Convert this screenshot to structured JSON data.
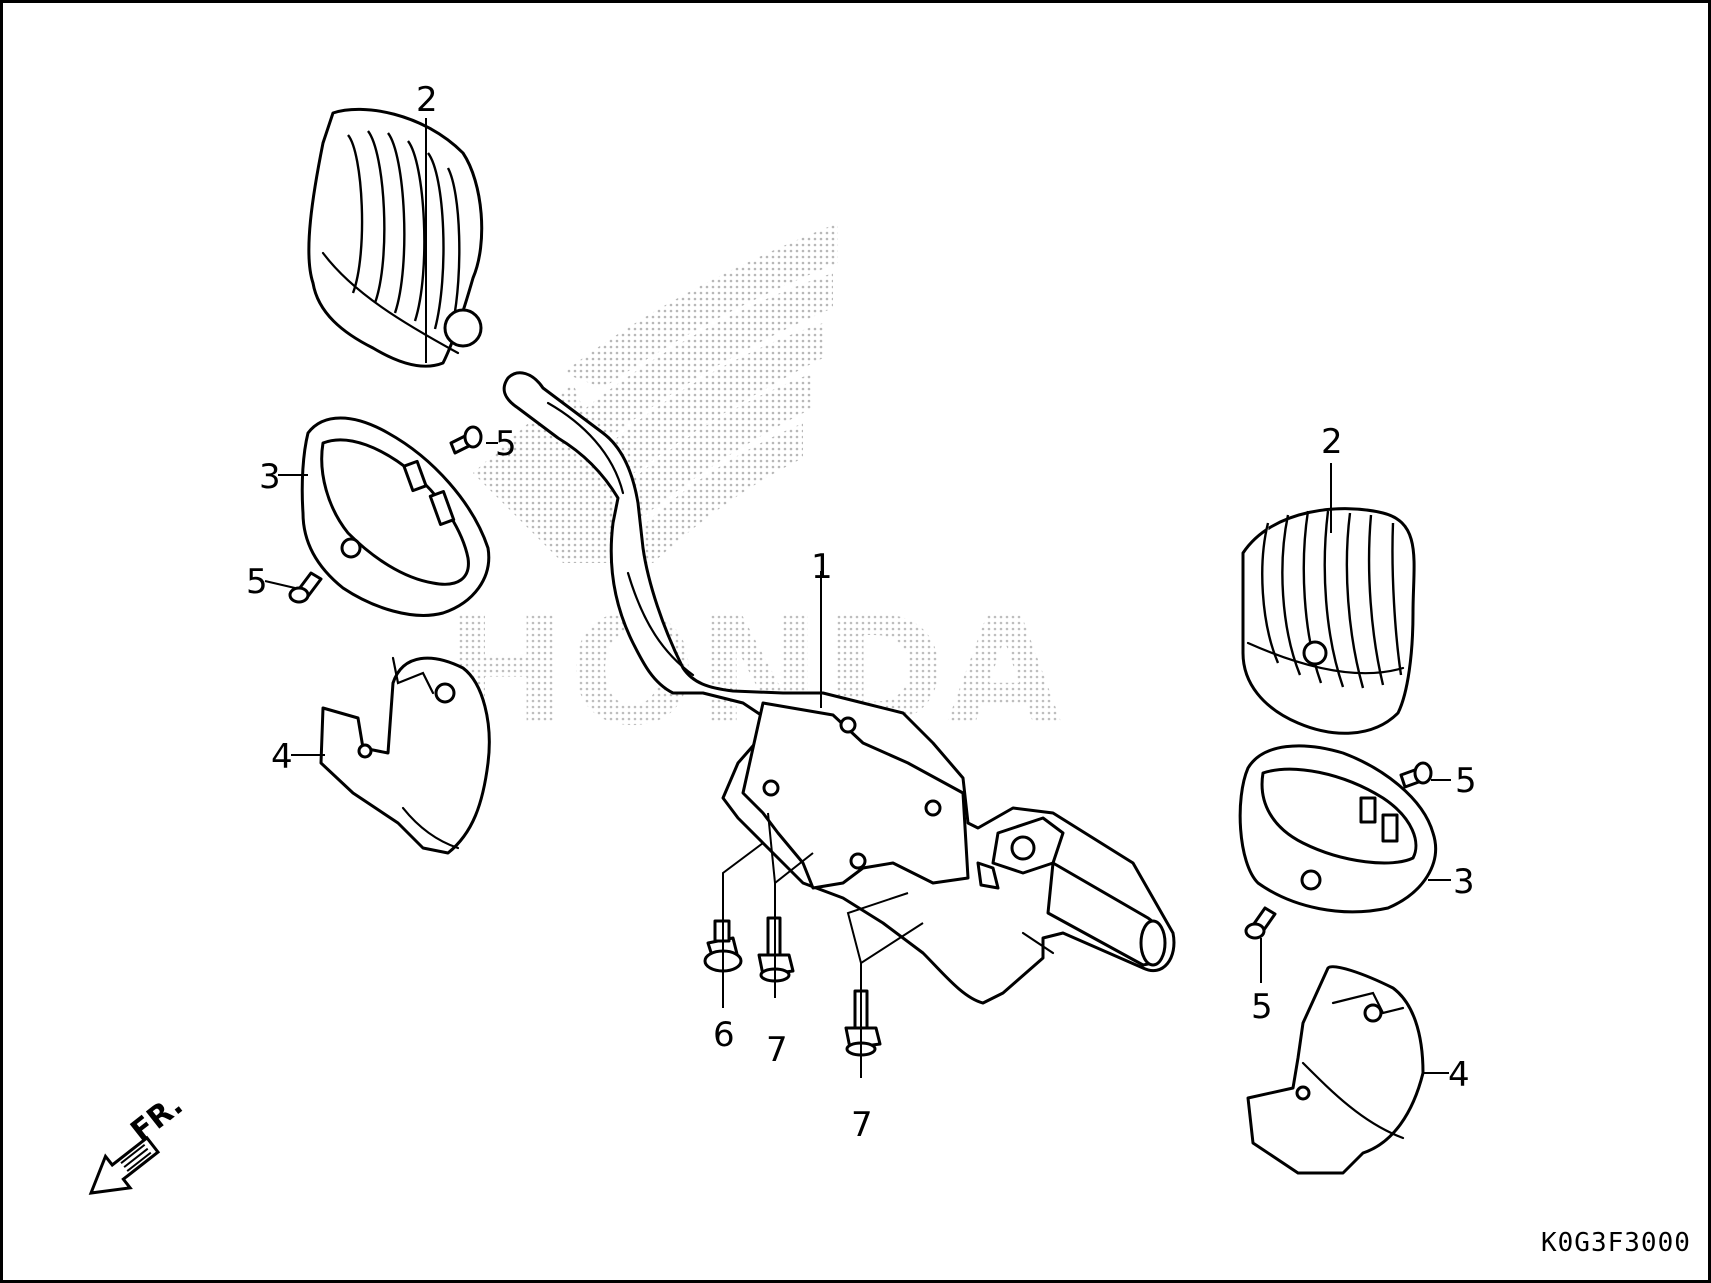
{
  "diagram": {
    "watermark": {
      "brand": "HONDA"
    },
    "callouts": [
      {
        "label": "1"
      },
      {
        "label": "2"
      },
      {
        "label": "3"
      },
      {
        "label": "5"
      },
      {
        "label": "5"
      },
      {
        "label": "4"
      },
      {
        "label": "2"
      },
      {
        "label": "5"
      },
      {
        "label": "3"
      },
      {
        "label": "5"
      },
      {
        "label": "4"
      },
      {
        "label": "6"
      },
      {
        "label": "7"
      },
      {
        "label": "7"
      }
    ],
    "direction_indicator": {
      "label": "FR."
    },
    "drawing_code": "K0G3F3000"
  }
}
